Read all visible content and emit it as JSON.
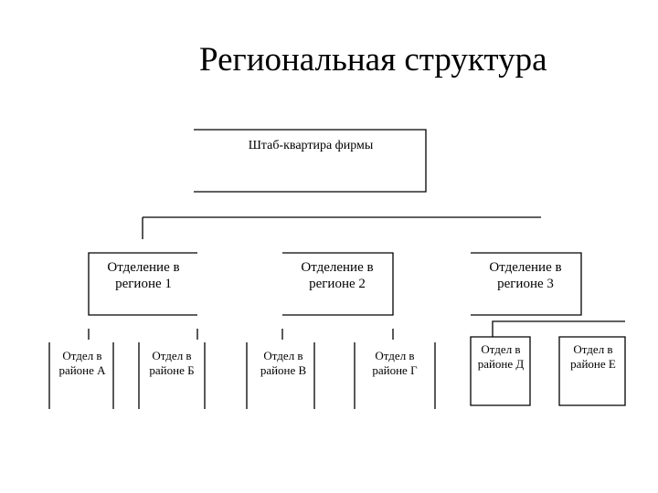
{
  "title": "Региональная структура",
  "headquarters": "Штаб-квартира фирмы",
  "regions": [
    {
      "line1": "Отделение в",
      "line2": "регионе 1"
    },
    {
      "line1": "Отделение в",
      "line2": "регионе 2"
    },
    {
      "line1": "Отделение в",
      "line2": "регионе 3"
    }
  ],
  "districts": [
    {
      "line1": "Отдел в",
      "line2": "районе А"
    },
    {
      "line1": "Отдел в",
      "line2": "районе Б"
    },
    {
      "line1": "Отдел в",
      "line2": "районе В"
    },
    {
      "line1": "Отдел в",
      "line2": "районе Г"
    },
    {
      "line1": "Отдел в",
      "line2": "районе Д"
    },
    {
      "line1": "Отдел в",
      "line2": "районе Е"
    }
  ]
}
